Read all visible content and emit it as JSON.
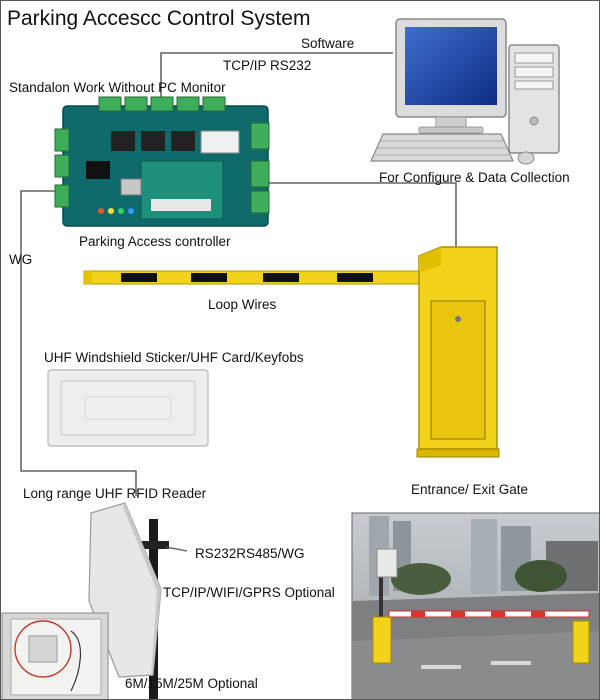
{
  "title": "Parking Accescc Control System",
  "labels": {
    "software": "Software",
    "tcpip_rs232": "TCP/IP RS232",
    "standalone": "Standalon Work Without PC Monitor",
    "configure": "For Configure & Data Collection",
    "controller": "Parking Access controller",
    "wg": "WG",
    "loop_wires": "Loop Wires",
    "uhf_sticker": "UHF Windshield Sticker/UHF Card/Keyfobs",
    "entrance_gate": "Entrance/ Exit Gate",
    "long_range_reader": "Long range UHF RFID Reader",
    "rs232_rs485_wg": "RS232RS485/WG",
    "tcpip_wifi_gprs": "TCP/IP/WIFI/GPRS Optional",
    "range_options": "6M/15M/25M Optional"
  },
  "colors": {
    "barrier_yellow": "#f2d21a",
    "barrier_stripe": "#111111",
    "board_green": "#0f6b6b",
    "terminal_green": "#3fae5a",
    "connector_line": "#444444"
  }
}
